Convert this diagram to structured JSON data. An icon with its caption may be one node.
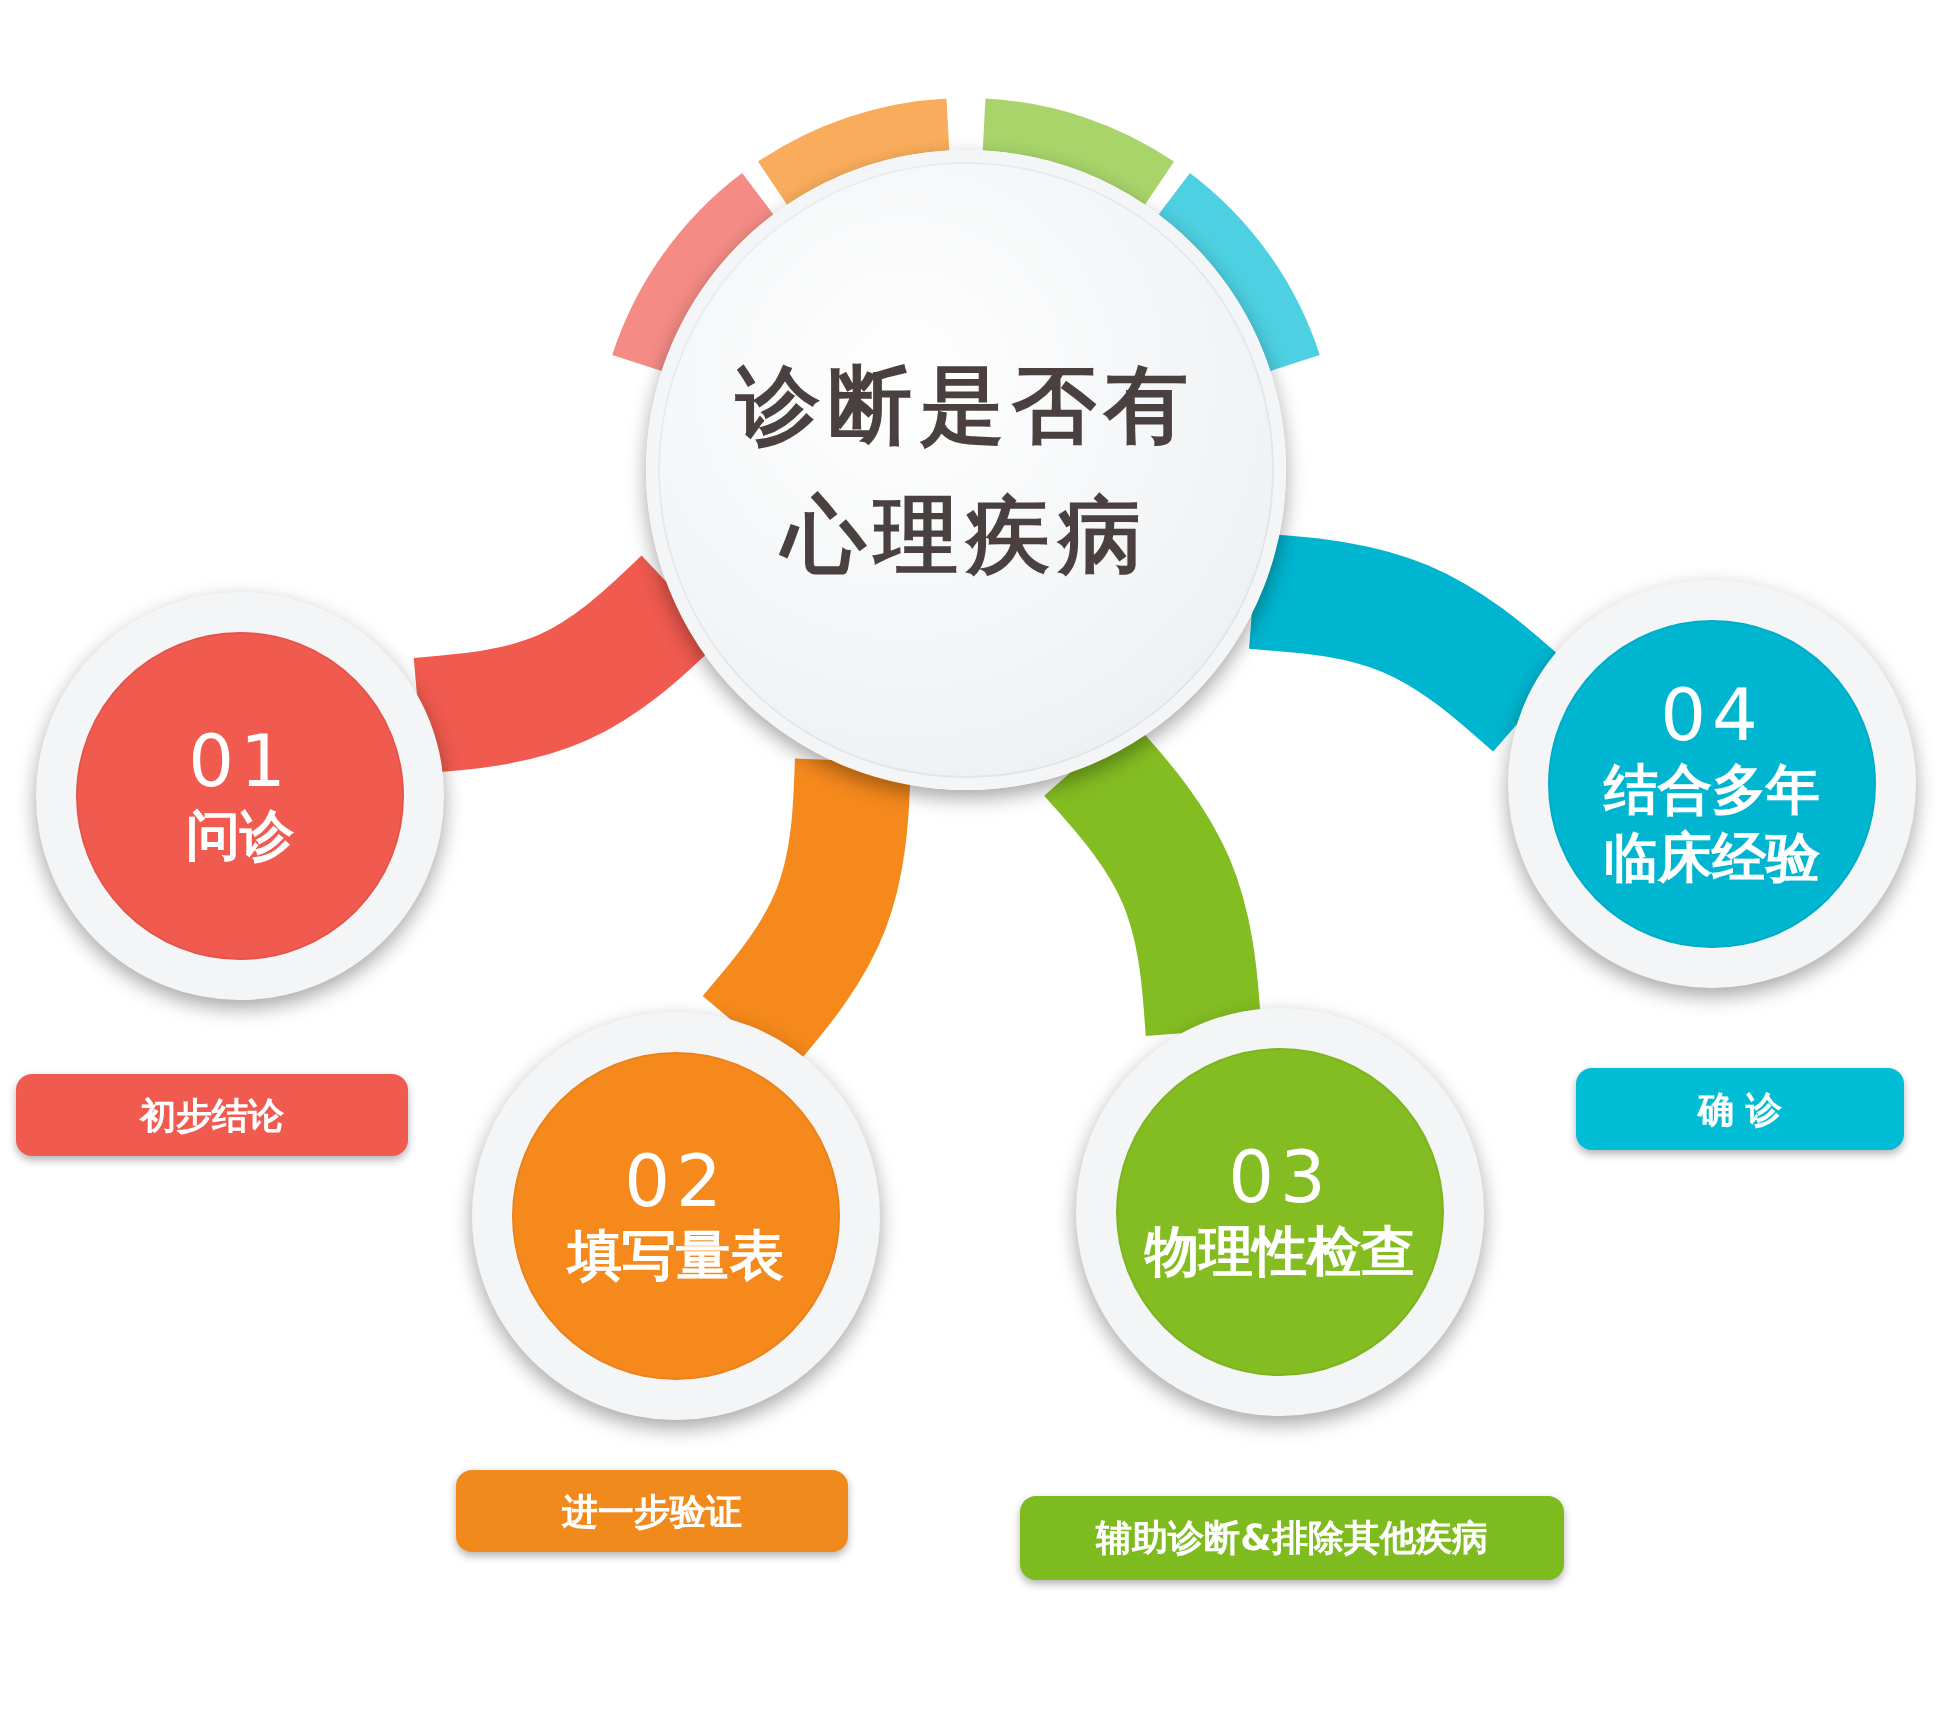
{
  "diagram": {
    "nodes": [
      {
        "text": [
          "诊断是否有心理疾病"
        ]
      },
      {
        "text": [
          "01",
          "问诊"
        ]
      },
      {
        "text": [
          "02",
          "填写量表"
        ]
      },
      {
        "text": [
          "03",
          "物理性检查"
        ]
      },
      {
        "text": [
          "04",
          "结合多年临床经验"
        ]
      },
      {
        "text": [
          "初步结论"
        ]
      },
      {
        "text": [
          "进一步验证"
        ]
      },
      {
        "text": [
          "辅助诊断&排除其他疾病"
        ]
      },
      {
        "text": [
          "确 诊"
        ]
      }
    ],
    "edges": [
      {
        "from": 0,
        "to": 1,
        "arrow": "none",
        "color": "#f05a4f"
      },
      {
        "from": 0,
        "to": 2,
        "arrow": "none",
        "color": "#f5891c"
      },
      {
        "from": 0,
        "to": 3,
        "arrow": "none",
        "color": "#84bd22"
      },
      {
        "from": 0,
        "to": 4,
        "arrow": "none",
        "color": "#00b5d0"
      }
    ]
  }
}
